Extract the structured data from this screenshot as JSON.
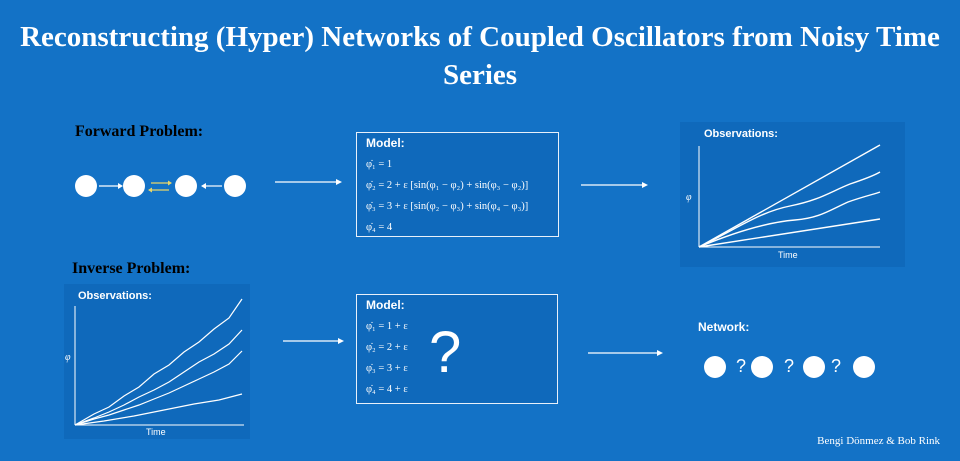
{
  "title": "Reconstructing (Hyper) Networks of Coupled Oscillators from Noisy Time Series",
  "forward": {
    "heading": "Forward Problem:",
    "model_label": "Model:",
    "equations": [
      "φ̇₁ = 1",
      "φ̇₂ = 2 + ε  [sin(φ₁ − φ₂) + sin(φ₃ − φ₂)]",
      "φ̇₃ = 3 + ε  [sin(φ₂ − φ₃) + sin(φ₄ − φ₃)]",
      "φ̇₄ = 4"
    ],
    "observations_label": "Observations:",
    "ylabel": "φ",
    "xlabel": "Time"
  },
  "inverse": {
    "heading": "Inverse Problem:",
    "observations_label": "Observations:",
    "ylabel": "φ",
    "xlabel": "Time",
    "model_label": "Model:",
    "equations": [
      "φ̇₁ = 1 + ε",
      "φ̇₂ = 2 + ε",
      "φ̇₃ = 3 + ε",
      "φ̇₄ = 4 + ε"
    ],
    "unknown_mark": "?",
    "network_label": "Network:",
    "network_unknowns": [
      "?",
      "?",
      "?"
    ]
  },
  "credit": "Bengi Dönmez & Bob Rink",
  "colors": {
    "background": "#1372c6",
    "arrow_yellow": "#e8d66a"
  }
}
